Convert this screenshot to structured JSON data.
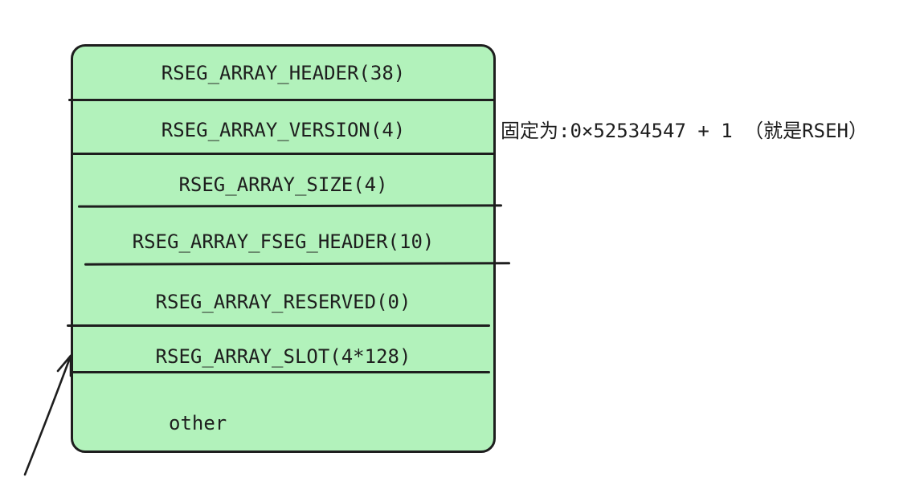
{
  "colors": {
    "stroke": "#1e1e1e",
    "box-fill": "#b2f2bb",
    "background": "#ffffff"
  },
  "diagram": {
    "rows": [
      "RSEG_ARRAY_HEADER(38)",
      "RSEG_ARRAY_VERSION(4)",
      "RSEG_ARRAY_SIZE(4)",
      "RSEG_ARRAY_FSEG_HEADER(10)",
      "RSEG_ARRAY_RESERVED(0)",
      "RSEG_ARRAY_SLOT(4*128)",
      "other"
    ],
    "annotation": "固定为:0×52534547 + 1 （就是RSEH）"
  }
}
